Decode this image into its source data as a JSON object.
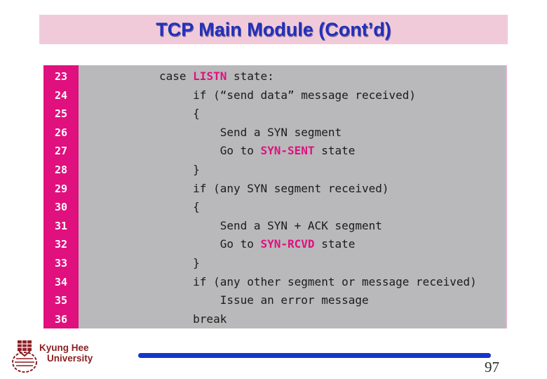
{
  "title": {
    "text": "TCP Main Module (Cont’d)"
  },
  "theme": {
    "magenta": "#E0107E",
    "banner_pink": "#F1CADA",
    "title_blue": "#2131B8",
    "code_gray": "#B9B9BB",
    "accent_blue": "#1535CC",
    "dark_red": "#8B1F1F",
    "code_text": "#1B1B1B"
  },
  "code": {
    "lines": [
      {
        "num": "23",
        "pre": "case ",
        "kw": "LISTN",
        "post": " state:"
      },
      {
        "num": "24",
        "pre": "     if (“send data” message received)",
        "kw": "",
        "post": ""
      },
      {
        "num": "25",
        "pre": "     {",
        "kw": "",
        "post": ""
      },
      {
        "num": "26",
        "pre": "         Send a SYN segment",
        "kw": "",
        "post": ""
      },
      {
        "num": "27",
        "pre": "         Go to ",
        "kw": "SYN-SENT",
        "post": " state"
      },
      {
        "num": "28",
        "pre": "     }",
        "kw": "",
        "post": ""
      },
      {
        "num": "29",
        "pre": "     if (any SYN segment received)",
        "kw": "",
        "post": ""
      },
      {
        "num": "30",
        "pre": "     {",
        "kw": "",
        "post": ""
      },
      {
        "num": "31",
        "pre": "         Send a SYN + ACK segment",
        "kw": "",
        "post": ""
      },
      {
        "num": "32",
        "pre": "         Go to ",
        "kw": "SYN-RCVD",
        "post": " state"
      },
      {
        "num": "33",
        "pre": "     }",
        "kw": "",
        "post": ""
      },
      {
        "num": "34",
        "pre": "     if (any other segment or message received)",
        "kw": "",
        "post": ""
      },
      {
        "num": "35",
        "pre": "         Issue an error message",
        "kw": "",
        "post": ""
      },
      {
        "num": "36",
        "pre": "     break",
        "kw": "",
        "post": ""
      }
    ]
  },
  "footer": {
    "university_line1": "Kyung Hee",
    "university_line2": "University",
    "page_number": "97",
    "logo": "kyung-hee-university-crest"
  }
}
